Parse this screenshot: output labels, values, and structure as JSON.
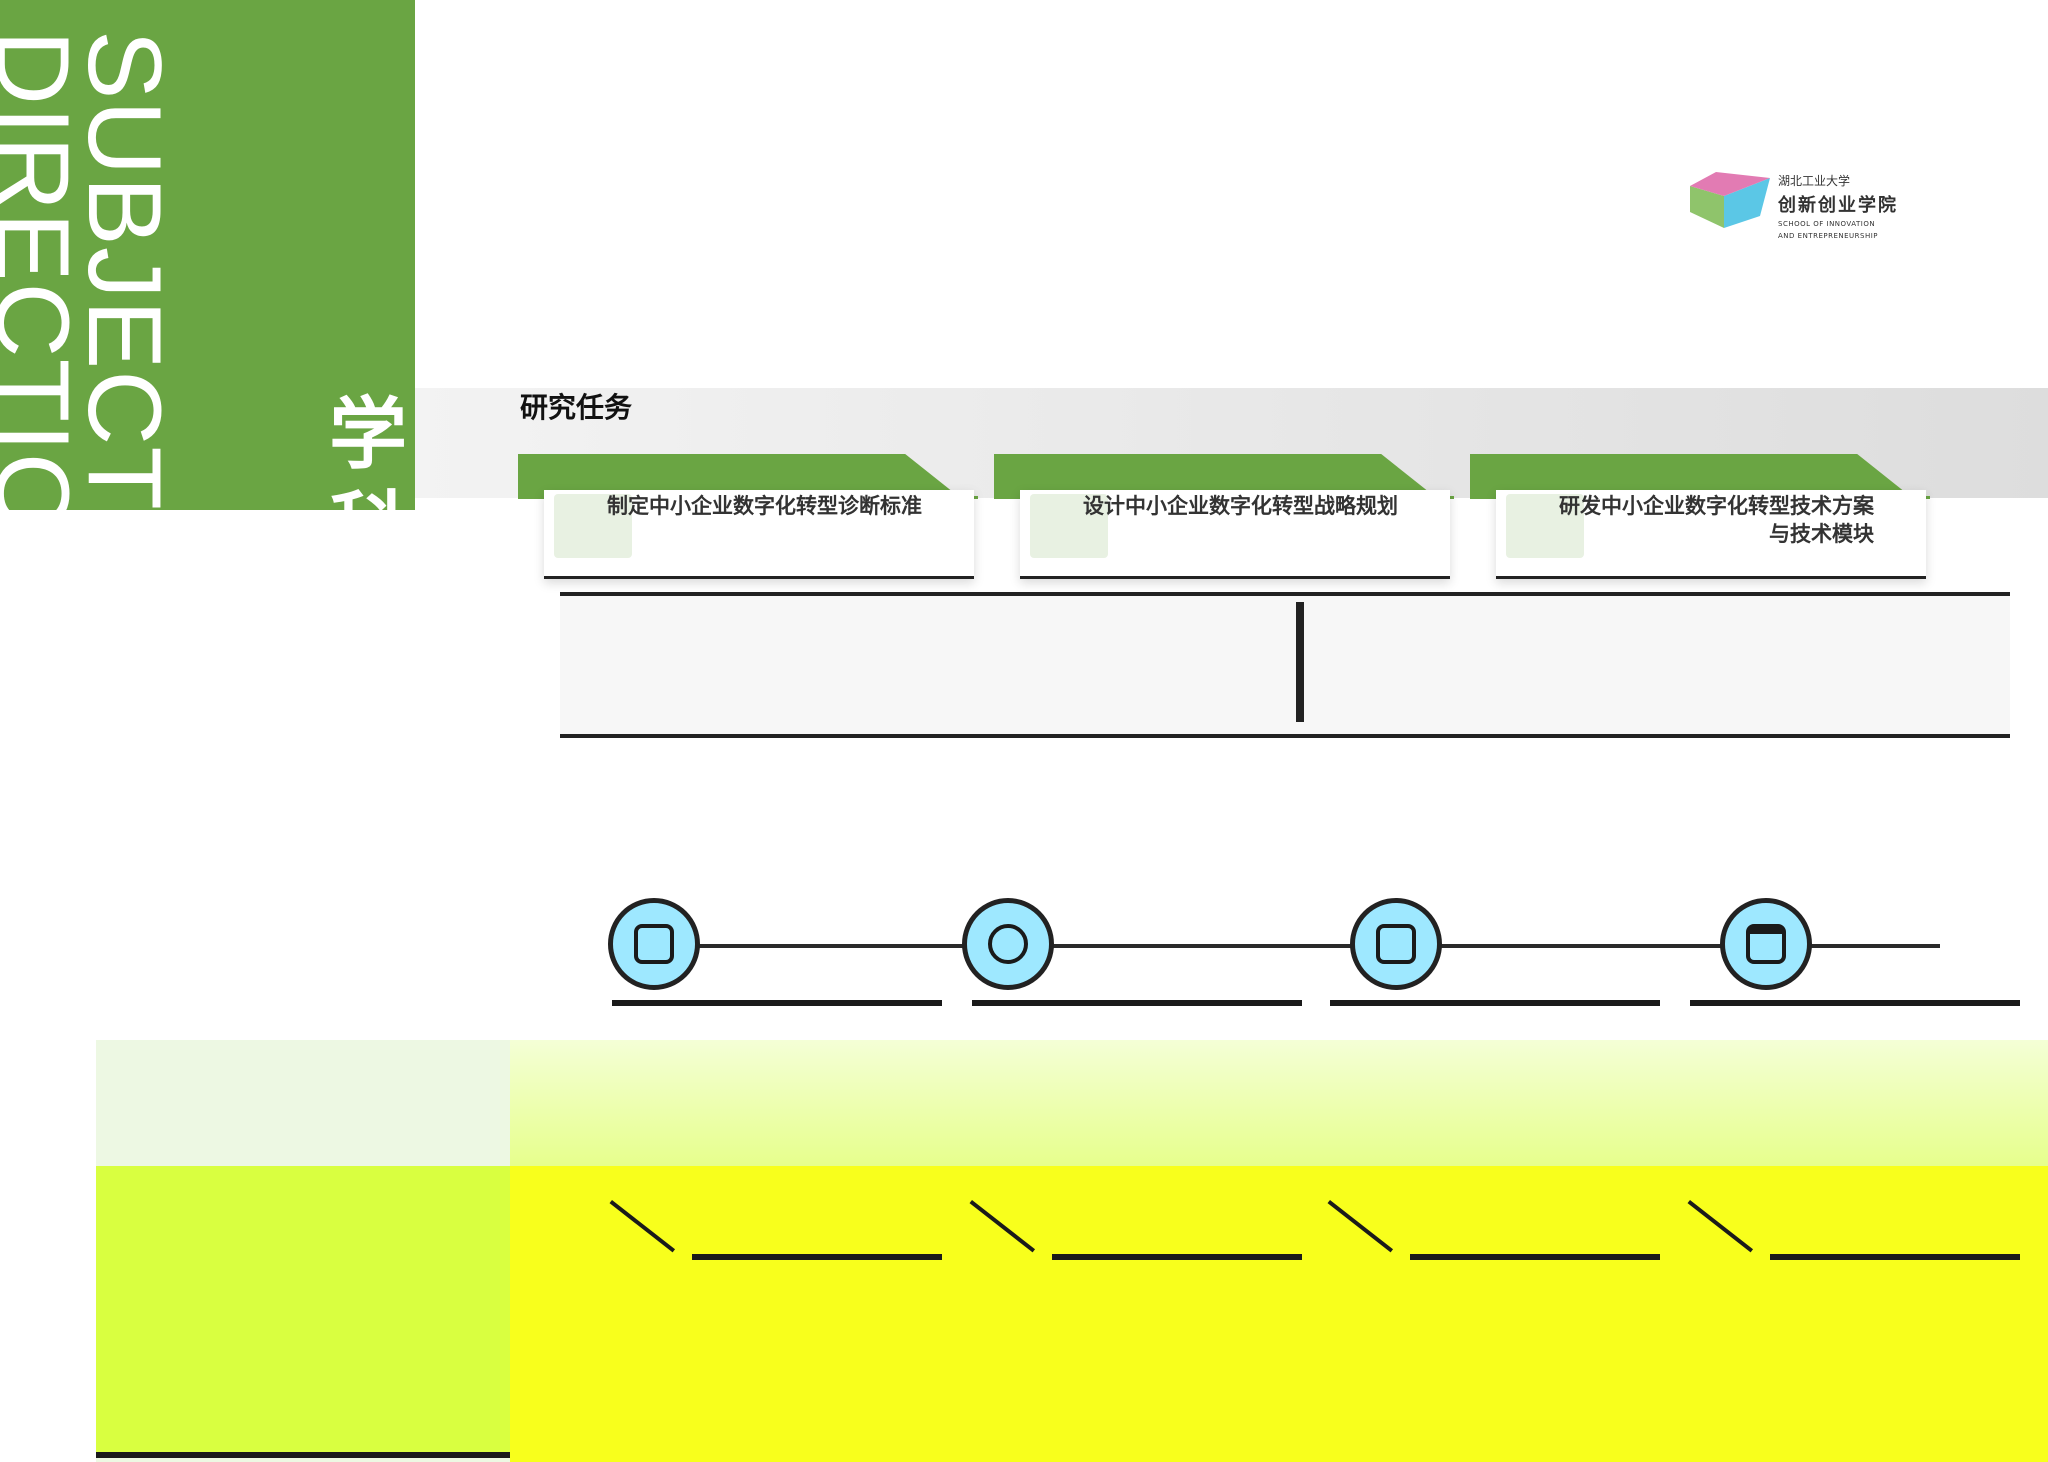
{
  "banner": {
    "english_title": "SUBJECT\nDIRECTION",
    "chinese_title": "学科方向"
  },
  "logo": {
    "university": "湖北工业大学",
    "college": "创新创业学院",
    "english_line1": "SCHOOL OF INNOVATION",
    "english_line2": "AND ENTREPRENEURSHIP"
  },
  "research": {
    "title": "研究任务",
    "tasks": [
      {
        "label": "制定中小企业数字化转型诊断标准"
      },
      {
        "label": "设计中小企业数字化转型战略规划"
      },
      {
        "label": "研发中小企业数字化转型技术方案与技术模块"
      }
    ]
  },
  "path": {
    "steps": [
      {
        "icon": "document-icon"
      },
      {
        "icon": "search-icon"
      },
      {
        "icon": "chip-icon"
      },
      {
        "icon": "window-icon"
      }
    ]
  },
  "colors": {
    "brand_green": "#6aa543",
    "accent_cyan": "#9ee8ff",
    "accent_yellow": "#f8ff1c"
  }
}
